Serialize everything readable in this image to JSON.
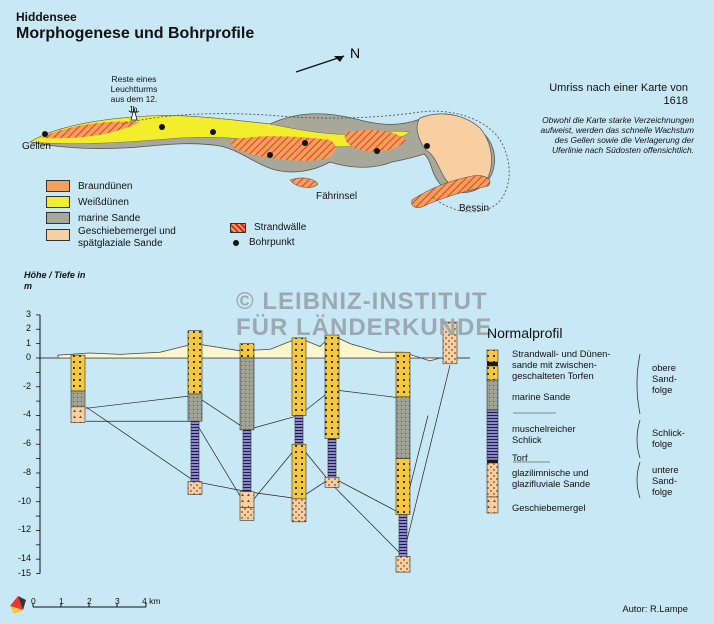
{
  "header": {
    "kicker": "Hiddensee",
    "title": "Morphogenese und Bohrprofile"
  },
  "map_notes": {
    "umriss": "Umriss nach einer Karte von 1618",
    "description": "Obwohl die Karte starke Verzeichnungen aufweist, werden das schnelle Wachstum des Gellen sowie die Verlagerung der Uferlinie nach Südosten offensichtlich.",
    "lighthouse": "Reste eines Leuchtturms aus dem 12. Jh.",
    "north": "N"
  },
  "places": {
    "gellen": "Gellen",
    "faehrinsel": "Fährinsel",
    "bessin": "Bessin"
  },
  "legend": {
    "items": [
      {
        "label": "Braundünen",
        "color": "#f3a15a"
      },
      {
        "label": "Weißdünen",
        "color": "#f2ee2c"
      },
      {
        "label": "marine Sande",
        "color": "#a8a89a"
      },
      {
        "label": "Geschiebemergel und spätglaziale Sande",
        "color": "#f8cfa2"
      }
    ],
    "strandwaelle": "Strandwälle",
    "bohrpunkt": "Bohrpunkt"
  },
  "profile": {
    "axis_title": "Höhe / Tiefe in m",
    "y_ticks": [
      "2",
      "0",
      "-2",
      "-4",
      "-6",
      "-8",
      "-10",
      "-12",
      "-14",
      "-15",
      "1",
      "3"
    ],
    "ymin": -15,
    "ymax": 3,
    "boreholes": [
      {
        "x": 78,
        "top": 0.2,
        "segments": [
          {
            "from": 0.2,
            "to": -2.3,
            "mat": "strand"
          },
          {
            "from": -2.3,
            "to": -3.4,
            "mat": "marine"
          },
          {
            "from": -3.4,
            "to": -4.5,
            "mat": "mergel"
          }
        ]
      },
      {
        "x": 195,
        "top": 1.9,
        "segments": [
          {
            "from": 1.9,
            "to": -2.5,
            "mat": "strand"
          },
          {
            "from": -2.5,
            "to": -4.4,
            "mat": "marine"
          },
          {
            "from": -4.4,
            "to": -8.6,
            "mat": "schlick"
          },
          {
            "from": -8.6,
            "to": -9.5,
            "mat": "glazi"
          }
        ]
      },
      {
        "x": 247,
        "top": 1.0,
        "segments": [
          {
            "from": 1.0,
            "to": 0.0,
            "mat": "strand"
          },
          {
            "from": 0.0,
            "to": -5.0,
            "mat": "marine"
          },
          {
            "from": -5.0,
            "to": -9.3,
            "mat": "schlick"
          },
          {
            "from": -9.3,
            "to": -10.4,
            "mat": "mergel"
          },
          {
            "from": -10.4,
            "to": -11.3,
            "mat": "glazi"
          }
        ]
      },
      {
        "x": 299,
        "top": 1.4,
        "segments": [
          {
            "from": 1.4,
            "to": -4.0,
            "mat": "strand"
          },
          {
            "from": -4.0,
            "to": -6.0,
            "mat": "schlick"
          },
          {
            "from": -6.0,
            "to": -9.8,
            "mat": "strand"
          },
          {
            "from": -9.8,
            "to": -11.4,
            "mat": "glazi"
          }
        ]
      },
      {
        "x": 332,
        "top": 1.6,
        "segments": [
          {
            "from": 1.6,
            "to": -5.6,
            "mat": "strand"
          },
          {
            "from": -5.6,
            "to": -8.3,
            "mat": "schlick"
          },
          {
            "from": -8.3,
            "to": -9.0,
            "mat": "glazi"
          }
        ]
      },
      {
        "x": 403,
        "top": 0.4,
        "segments": [
          {
            "from": 0.4,
            "to": -2.7,
            "mat": "strand"
          },
          {
            "from": -2.7,
            "to": -7.0,
            "mat": "marine"
          },
          {
            "from": -7.0,
            "to": -10.9,
            "mat": "strand"
          },
          {
            "from": -10.9,
            "to": -13.8,
            "mat": "schlick"
          },
          {
            "from": -13.8,
            "to": -14.9,
            "mat": "glazi"
          }
        ]
      },
      {
        "x": 450,
        "top": 2.5,
        "segments": [
          {
            "from": 2.5,
            "to": -0.4,
            "mat": "glazi"
          }
        ]
      }
    ]
  },
  "normalprofil": {
    "title": "Normalprofil",
    "layers": [
      "Strandwall- und Dünen-sande mit zwischen-geschalteten Torfen",
      "marine Sande",
      "muschelreicher Schlick",
      "Torf",
      "glazilimnische und glazifluviale Sande",
      "Geschiebemergel"
    ],
    "groups": [
      "obere Sand-folge",
      "Schlick-folge",
      "untere Sand-folge"
    ]
  },
  "scale": {
    "ticks": [
      "0",
      "1",
      "2",
      "3",
      "4 km"
    ]
  },
  "author": "Autor:  R.Lampe",
  "watermark": "© LEIBNIZ-INSTITUT FÜR LÄNDERKUNDE",
  "colors": {
    "background": "#c9e8f6",
    "strand": "#f7c93a",
    "marine": "#9fa292",
    "schlick": "#8b88c4",
    "mergel": "#f8cfa2",
    "surface": "#fbf6cc"
  }
}
